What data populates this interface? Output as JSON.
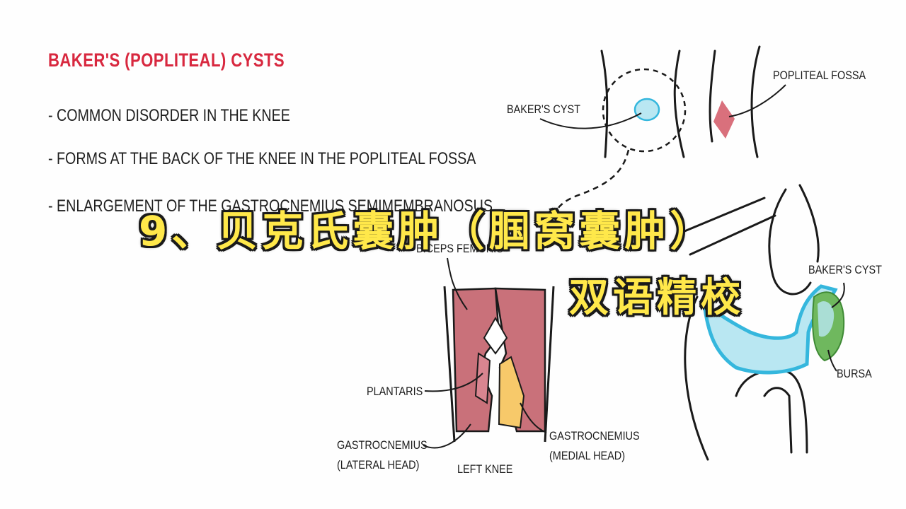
{
  "title": "BAKER'S (POPLITEAL) CYSTS",
  "bullets": [
    "- COMMON DISORDER IN THE KNEE",
    "- FORMS AT THE BACK OF THE KNEE IN THE POPLITEAL FOSSA",
    "- ENLARGEMENT OF THE GASTROCNEMIUS SEMIMEMBRANOSUS"
  ],
  "labels": {
    "bakers_cyst_top": "BAKER'S CYST",
    "popliteal_fossa": "POPLITEAL FOSSA",
    "biceps_femoris": "BICEPS FEMORIS",
    "plantaris": "PLANTARIS",
    "gastroc_lateral_1": "GASTROCNEMIUS",
    "gastroc_lateral_2": "(LATERAL HEAD)",
    "left_knee": "LEFT KNEE",
    "gastroc_medial_1": "GASTROCNEMIUS",
    "gastroc_medial_2": "(MEDIAL HEAD)",
    "bakers_cyst_side": "BAKER'S CYST",
    "bursa": "BURSA"
  },
  "subtitle": {
    "line1": "9、贝克氏囊肿（腘窝囊肿）",
    "line2": "双语精校"
  },
  "colors": {
    "title": "#d8283f",
    "muscle": "#c9717a",
    "muscle_yellow": "#f7c96a",
    "cyst_fill": "#b9e7f2",
    "cyst_stroke": "#35b7dd",
    "bursa": "#6fb85e",
    "fossa": "#d9707c",
    "caption": "#ffe84a"
  }
}
